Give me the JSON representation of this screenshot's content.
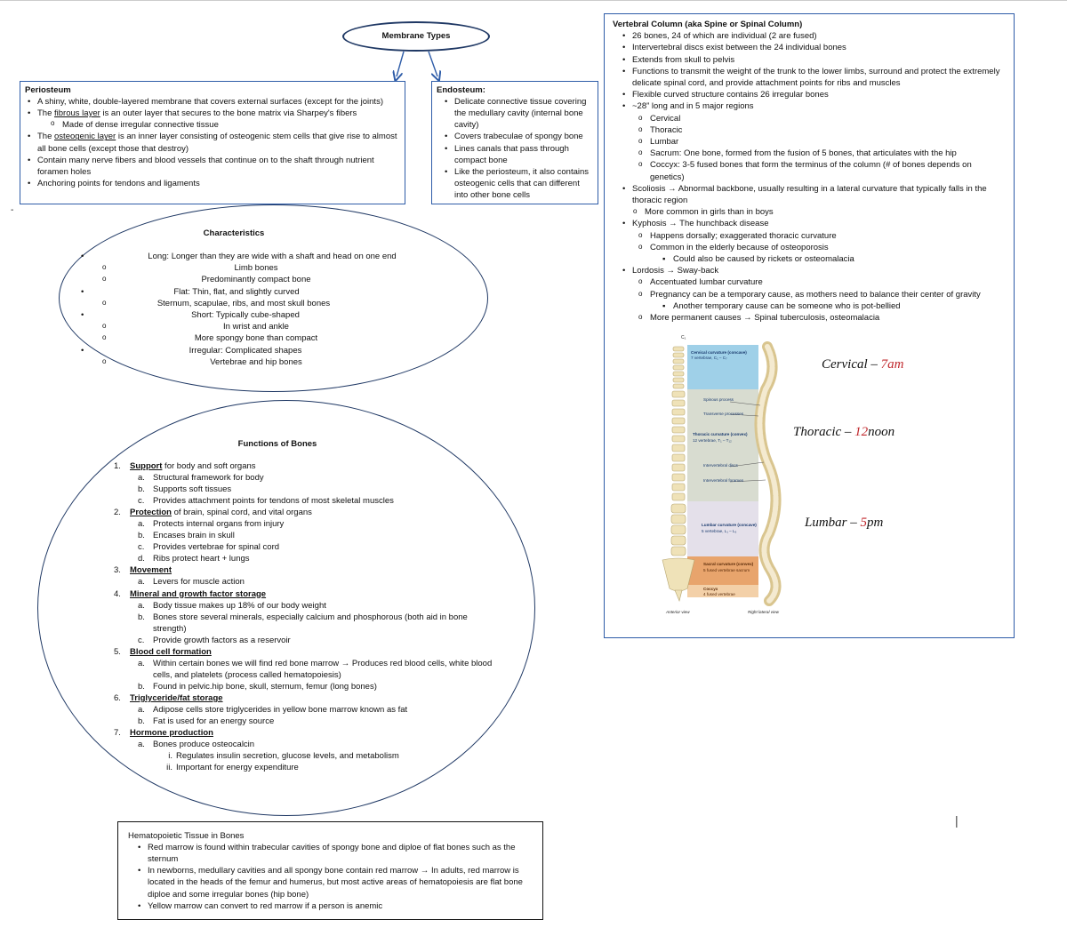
{
  "membrane": {
    "title": "Membrane Types",
    "periosteum": {
      "title": "Periosteum",
      "items": [
        {
          "text": "A shiny, white, double-layered membrane that covers external surfaces (except for the joints)"
        },
        {
          "pre": "The ",
          "u": "fibrous layer",
          "post": " is an outer layer that secures to the bone matrix via Sharpey's fibers",
          "sub": [
            "Made of dense irregular connective tissue"
          ]
        },
        {
          "pre": "The ",
          "u": "osteogenic layer",
          "post": " is an inner layer consisting of osteogenic stem cells that give rise to almost all bone cells (except those that destroy)"
        },
        {
          "text": "Contain many nerve fibers and blood vessels that continue on to the shaft through nutrient foramen holes"
        },
        {
          "text": "Anchoring points for tendons and ligaments"
        }
      ]
    },
    "endosteum": {
      "title": "Endosteum:",
      "items": [
        "Delicate connective tissue covering the medullary cavity (internal bone cavity)",
        "Covers trabeculae of spongy bone",
        "Lines canals that pass through compact bone",
        "Like the periosteum, it also contains osteogenic cells that can different into other bone cells"
      ]
    }
  },
  "characteristics": {
    "title": "Characteristics",
    "lines": [
      "Long: Longer than they are wide with a shaft and head on one end",
      "Limb bones",
      "Predominantly compact bone",
      "Flat: Thin, flat, and slightly curved",
      "Sternum, scapulae, ribs, and most skull bones",
      "Short: Typically cube-shaped",
      "In wrist and ankle",
      "More spongy bone than compact",
      "Irregular: Complicated shapes",
      "Vertebrae and hip bones"
    ]
  },
  "functions": {
    "title": "Functions of Bones",
    "items": [
      {
        "num": "1.",
        "head": "Support",
        "rest": " for body and soft organs",
        "subs": [
          {
            "m": "a.",
            "t": "Structural framework for body"
          },
          {
            "m": "b.",
            "t": "Supports soft tissues"
          },
          {
            "m": "c.",
            "t": "Provides attachment points for tendons of most skeletal muscles"
          }
        ]
      },
      {
        "num": "2.",
        "head": "Protection",
        "rest": " of brain, spinal cord, and vital organs",
        "subs": [
          {
            "m": "a.",
            "t": "Protects internal organs from injury"
          },
          {
            "m": "b.",
            "t": "Encases brain in skull"
          },
          {
            "m": "c.",
            "t": "Provides vertebrae for spinal cord"
          },
          {
            "m": "d.",
            "t": "Ribs protect heart + lungs"
          }
        ]
      },
      {
        "num": "3.",
        "head": "Movement",
        "rest": "",
        "subs": [
          {
            "m": "a.",
            "t": "Levers for muscle action"
          }
        ]
      },
      {
        "num": "4.",
        "head": "Mineral and growth factor storage",
        "rest": "",
        "subs": [
          {
            "m": "a.",
            "t": "Body tissue makes up 18% of our body weight"
          },
          {
            "m": "b.",
            "t": "Bones store several minerals, especially calcium and phosphorous (both aid in bone strength)"
          },
          {
            "m": "c.",
            "t": "Provide growth factors as a reservoir"
          }
        ]
      },
      {
        "num": "5.",
        "head": "Blood cell formation",
        "rest": "",
        "subs": [
          {
            "m": "a.",
            "t": "Within certain bones we will find red bone marrow → Produces red blood cells, white blood cells, and platelets (process called hematopoiesis)"
          },
          {
            "m": "b.",
            "t": "Found in pelvic.hip bone, skull, sternum, femur (long bones)"
          }
        ]
      },
      {
        "num": "6.",
        "head": "Triglyceride/fat storage",
        "rest": "",
        "subs": [
          {
            "m": "a.",
            "t": "Adipose cells store triglycerides in yellow bone marrow known as fat"
          },
          {
            "m": "b.",
            "t": "Fat is used for an energy source"
          }
        ]
      },
      {
        "num": "7.",
        "head": "Hormone production",
        "rest": "",
        "subs": [
          {
            "m": "a.",
            "t": "Bones produce osteocalcin"
          }
        ]
      },
      {
        "roman": [
          {
            "m": "i.",
            "t": "Regulates insulin secretion, glucose levels, and metabolism"
          },
          {
            "m": "ii.",
            "t": "Important for energy expenditure"
          }
        ]
      }
    ]
  },
  "hematopoietic": {
    "title": "Hematopoietic Tissue in Bones",
    "items": [
      "Red marrow is found within trabecular cavities of spongy bone and diploe of flat bones such as the sternum",
      "In newborns, medullary cavities and all spongy bone contain red marrow → In adults, red marrow is located in the heads of the femur and humerus, but most active areas of hematopoiesis are flat bone diploe and some irregular bones (hip bone)",
      "Yellow marrow can convert to red marrow if a person is anemic"
    ]
  },
  "vertebral": {
    "title": "Vertebral Column (aka Spine or Spinal Column)",
    "b1": "26 bones, 24 of which are individual (2 are fused)",
    "b2": "Intervertebral discs exist between the 24 individual bones",
    "b3": "Extends from skull to pelvis",
    "b4": "Functions to transmit the weight of the trunk to the lower limbs, surround and protect the extremely delicate spinal cord, and provide attachment points for ribs and muscles",
    "b5": "Flexible curved structure contains 26 irregular bones",
    "b6": "~28” long and in 5 major regions",
    "regions": [
      "Cervical",
      "Thoracic",
      "Lumbar",
      "Sacrum: One bone, formed from the fusion of 5 bones, that articulates with the hip",
      "Coccyx: 3-5 fused bones that form the terminus of the column (# of bones depends on genetics)"
    ],
    "scoliosis": "Scoliosis → Abnormal backbone, usually resulting in a lateral curvature that typically falls in the thoracic region",
    "scoliosis_sub": "More common in girls than in boys",
    "kyphosis": "Kyphosis → The hunchback disease",
    "kyphosis_subs": [
      "Happens dorsally; exaggerated thoracic curvature",
      "Common in the elderly because of osteoporosis"
    ],
    "kyphosis_sq": "Could also be caused by rickets or osteomalacia",
    "lordosis": "Lordosis → Sway-back",
    "lordosis_sub1": "Accentuated lumbar curvature",
    "lordosis_sub2": "Pregnancy can be a temporary cause, as mothers need to balance their center of gravity",
    "lordosis_sq": "Another temporary cause can be someone who is pot-bellied",
    "lordosis_sub3": "More permanent causes → Spinal tuberculosis, osteomalacia"
  },
  "figure": {
    "c1": "C₁",
    "cervical_label": "Cervical curvature (concave)",
    "cervical_sub": "7 vertebrae, C₁ – C₇",
    "spinous": "Spinous process",
    "transverse": "Transverse processes",
    "thoracic_label": "Thoracic curvature (convex)",
    "thoracic_sub": "12 vertebrae, T₁ – T₁₂",
    "discs": "Intervertebral discs",
    "foramen": "Intervertebral foramen",
    "lumbar_label": "Lumbar curvature (concave)",
    "lumbar_sub": "5 vertebrae, L₁ – L₅",
    "sacral_label": "Sacral curvature (convex)",
    "sacral_sub": "5 fused vertebrae sacrum",
    "coccyx_label": "Coccyx",
    "coccyx_sub": "4 fused vertebrae",
    "anterior": "Anterior view",
    "lateral": "Right lateral view",
    "ann_cervical": "Cervical – ",
    "ann_cervical_t": "7am",
    "ann_thoracic": "Thoracic – ",
    "ann_thoracic_t": "12",
    "ann_thoracic_u": "noon",
    "ann_lumbar": "Lumbar – ",
    "ann_lumbar_t": "5",
    "ann_lumbar_u": "pm",
    "colors": {
      "cervical": "#9fd0e8",
      "thoracic": "#d8dcd0",
      "lumbar": "#e4e0ea",
      "sacral": "#e8a46c",
      "coccyx": "#f3d0a8",
      "bone": "#efe2b8"
    }
  },
  "markers": {
    "dash": "-",
    "cursor": "|"
  }
}
